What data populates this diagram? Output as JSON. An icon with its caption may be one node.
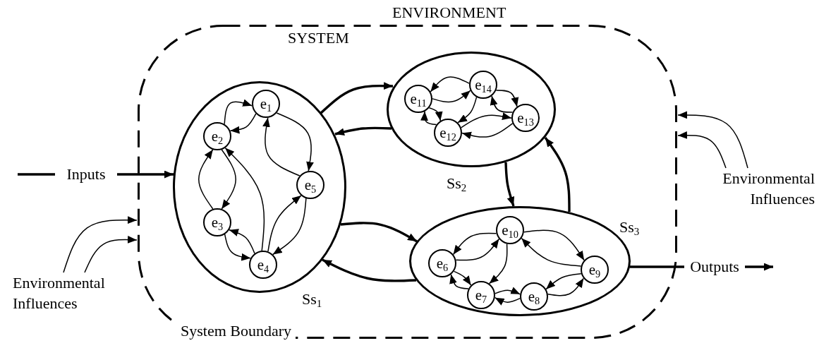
{
  "diagram": {
    "nodes": [
      {
        "text": [
          "SYSTEM"
        ],
        "beside": [
          "System Boundary"
        ]
      },
      {
        "text": [
          "Ss$_{1}$"
        ],
        "in": 0
      },
      {
        "text": [
          "e$_{1}$"
        ],
        "in": 1
      },
      {
        "text": [
          "e$_{2}$"
        ],
        "in": 1
      },
      {
        "text": [
          "e$_{3}$"
        ],
        "in": 1
      },
      {
        "text": [
          "e$_{4}$"
        ],
        "in": 1
      },
      {
        "text": [
          "e$_{5}$"
        ],
        "in": 1
      },
      {
        "text": [
          "Ss$_{2}$"
        ],
        "in": 0
      },
      {
        "text": [
          "e$_{11}$"
        ],
        "in": 7
      },
      {
        "text": [
          "e$_{12}$"
        ],
        "in": 7
      },
      {
        "text": [
          "e$_{13}$"
        ],
        "in": 7
      },
      {
        "text": [
          "e$_{14}$"
        ],
        "in": 7
      },
      {
        "text": [
          "Ss$_{3}$"
        ],
        "in": 0
      },
      {
        "text": [
          "e$_{6}$"
        ],
        "in": 12
      },
      {
        "text": [
          "e$_{7}$"
        ],
        "in": 12
      },
      {
        "text": [
          "e$_{8}$"
        ],
        "in": 12
      },
      {
        "text": [
          "e$_{9}$"
        ],
        "in": 12
      },
      {
        "text": [
          "e$_{10}$"
        ],
        "in": 12
      },
      {
        "text": [
          "Inputs"
        ]
      },
      {
        "text": [
          "Outputs"
        ]
      },
      {
        "text": [
          "Environmental Influences"
        ]
      },
      {
        "text": [
          "Environmental Influences"
        ]
      }
    ],
    "edges": [
      {
        "from": 3,
        "to": 2,
        "arrow": "to"
      },
      {
        "from": 2,
        "to": 3,
        "arrow": "to"
      },
      {
        "from": 2,
        "to": 6,
        "arrow": "to"
      },
      {
        "from": 6,
        "to": 2,
        "arrow": "to"
      },
      {
        "from": 3,
        "to": 4,
        "arrow": "to"
      },
      {
        "from": 4,
        "to": 3,
        "arrow": "to"
      },
      {
        "from": 5,
        "to": 3,
        "arrow": "to"
      },
      {
        "from": 5,
        "to": 4,
        "arrow": "to"
      },
      {
        "from": 4,
        "to": 5,
        "arrow": "to"
      },
      {
        "from": 5,
        "to": 6,
        "arrow": "to"
      },
      {
        "from": 6,
        "to": 5,
        "arrow": "to"
      },
      {
        "from": 11,
        "to": 8,
        "arrow": "to"
      },
      {
        "from": 8,
        "to": 11,
        "arrow": "to"
      },
      {
        "from": 11,
        "to": 10,
        "arrow": "to"
      },
      {
        "from": 10,
        "to": 11,
        "arrow": "to"
      },
      {
        "from": 8,
        "to": 9,
        "arrow": "to"
      },
      {
        "from": 9,
        "to": 8,
        "arrow": "to"
      },
      {
        "from": 11,
        "to": 9,
        "arrow": "to"
      },
      {
        "from": 9,
        "to": 10,
        "arrow": "to"
      },
      {
        "from": 10,
        "to": 9,
        "arrow": "to"
      },
      {
        "from": 17,
        "to": 13,
        "arrow": "to"
      },
      {
        "from": 13,
        "to": 17,
        "arrow": "to"
      },
      {
        "from": 17,
        "to": 16,
        "arrow": "to"
      },
      {
        "from": 16,
        "to": 17,
        "arrow": "to"
      },
      {
        "from": 17,
        "to": 14,
        "arrow": "to"
      },
      {
        "from": 13,
        "to": 14,
        "arrow": "to"
      },
      {
        "from": 14,
        "to": 13,
        "arrow": "to"
      },
      {
        "from": 14,
        "to": 15,
        "arrow": "to"
      },
      {
        "from": 15,
        "to": 14,
        "arrow": "to"
      },
      {
        "from": 16,
        "to": 15,
        "arrow": "to"
      },
      {
        "from": 15,
        "to": 16,
        "arrow": "to"
      },
      {
        "from": 1,
        "to": 7,
        "arrow": "to",
        "style": "thick"
      },
      {
        "from": 7,
        "to": 1,
        "arrow": "to",
        "style": "thick"
      },
      {
        "from": 1,
        "to": 12,
        "arrow": "to",
        "style": "thick"
      },
      {
        "from": 12,
        "to": 1,
        "arrow": "to",
        "style": "thick"
      },
      {
        "from": 7,
        "to": 12,
        "arrow": "to",
        "style": "thick"
      },
      {
        "from": 12,
        "to": 7,
        "arrow": "to",
        "style": "thick"
      },
      {
        "from": null,
        "to": 18,
        "arrow": "none",
        "style": "thick"
      },
      {
        "from": 18,
        "to": 1,
        "arrow": "to",
        "style": "thick"
      },
      {
        "from": 12,
        "to": 19,
        "arrow": "none",
        "style": "thick"
      },
      {
        "from": 19,
        "to": null,
        "arrow": "to",
        "style": "thick"
      },
      {
        "from": 20,
        "to": 0,
        "arrow": "to"
      },
      {
        "from": 20,
        "to": 0,
        "arrow": "to"
      },
      {
        "from": 21,
        "to": 0,
        "arrow": "to"
      },
      {
        "from": 21,
        "to": 0,
        "arrow": "to"
      }
    ],
    "labels": [
      "ENVIRONMENT"
    ]
  }
}
